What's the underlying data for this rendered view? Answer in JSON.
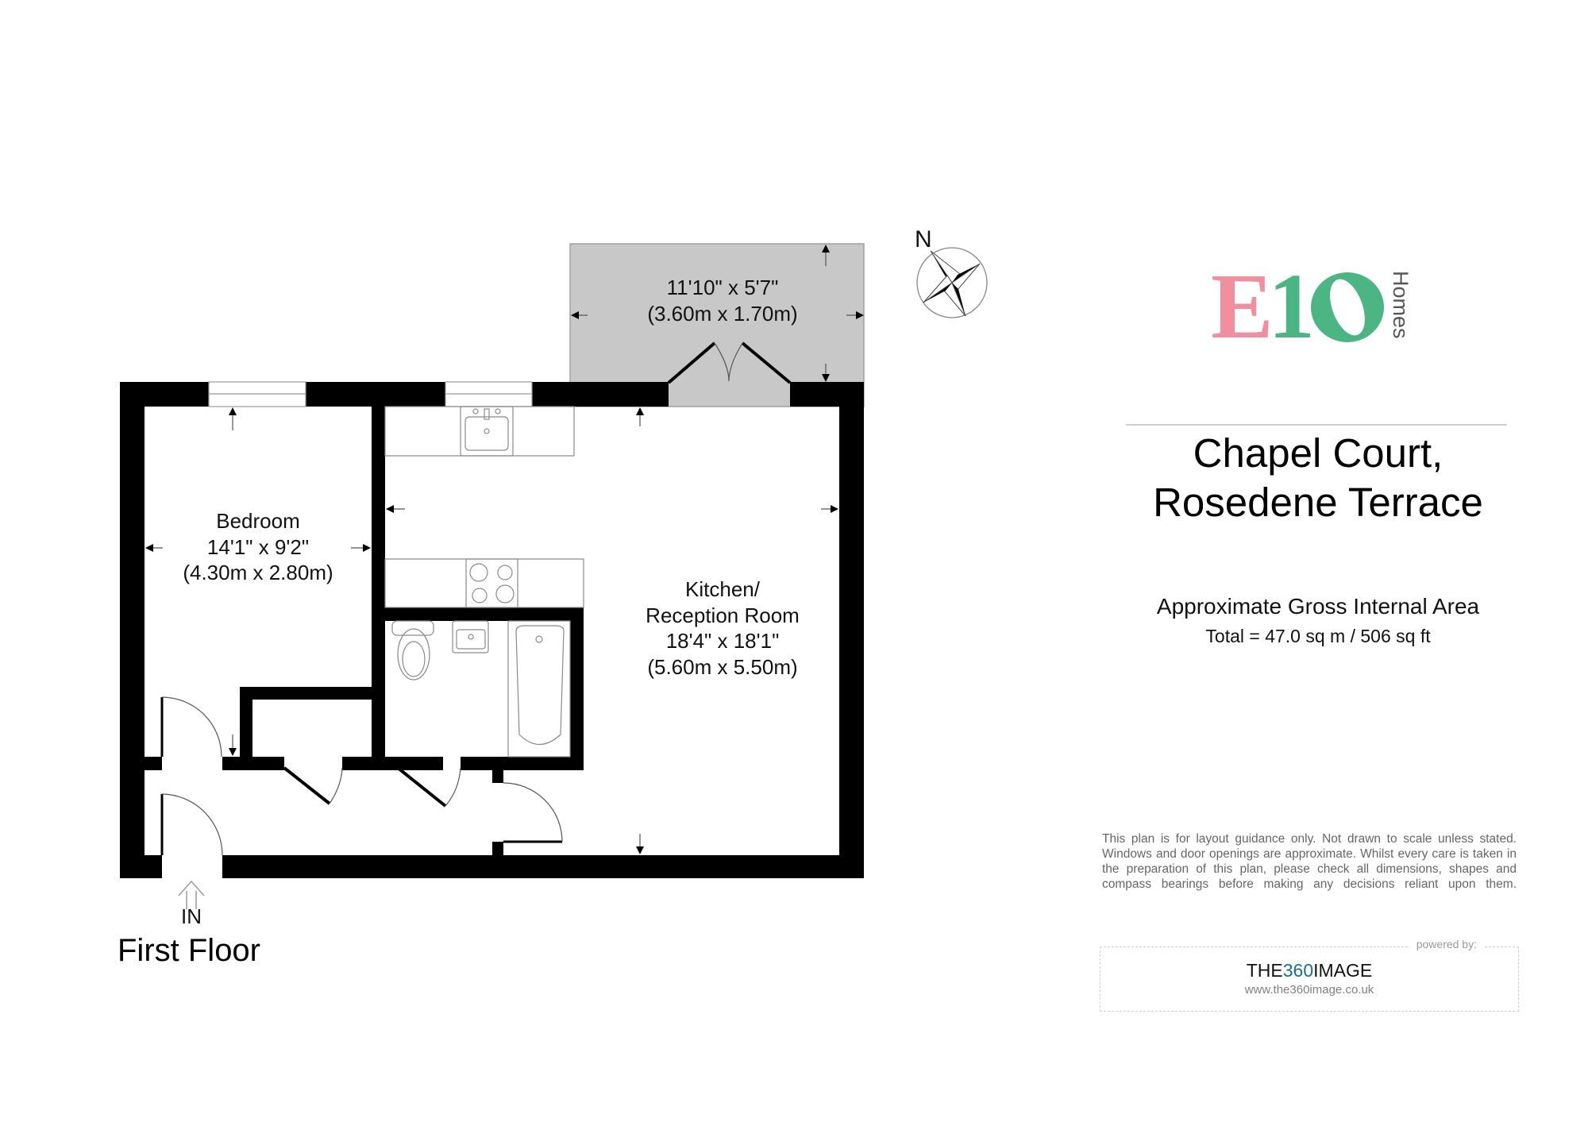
{
  "plan": {
    "floor_title": "First Floor",
    "entrance_label": "IN",
    "compass": {
      "north_label": "N",
      "icon": "compass-rose-icon"
    },
    "rooms": [
      {
        "id": "bedroom",
        "name": "Bedroom",
        "dims_imperial": "14'1\" x 9'2\"",
        "dims_metric": "(4.30m x 2.80m)"
      },
      {
        "id": "kitchen",
        "name_line1": "Kitchen/",
        "name_line2": "Reception Room",
        "dims_imperial": "18'4\" x 18'1\"",
        "dims_metric": "(5.60m x 5.50m)"
      },
      {
        "id": "balcony",
        "dims_imperial": "11'10\" x 5'7\"",
        "dims_metric": "(3.60m x 1.70m)"
      }
    ],
    "colors": {
      "wall": "#000000",
      "balcony_fill": "#c8c8c8",
      "fixture_stroke": "#8a8a8a"
    }
  },
  "brand": {
    "logo_letters": "E10",
    "logo_sub": "Homes",
    "colors": {
      "e": "#ef8fa0",
      "ten": "#4bb583",
      "sub": "#555555"
    }
  },
  "property": {
    "title_line1": "Chapel Court,",
    "title_line2": "Rosedene Terrace",
    "area_heading": "Approximate Gross Internal Area",
    "area_total": "Total = 47.0 sq m / 506 sq ft"
  },
  "disclaimer": "This plan is for layout guidance only. Not drawn to scale unless stated. Windows and door openings are approximate. Whilst every care is taken in the preparation of this plan, please check all dimensions, shapes and compass bearings before making any decisions reliant upon them.",
  "credit": {
    "powered_by": "powered by:",
    "brand_prefix": "THE",
    "brand_accent": "360",
    "brand_suffix": "IMAGE",
    "url": "www.the360image.co.uk",
    "accent_color": "#1b6e8f"
  }
}
